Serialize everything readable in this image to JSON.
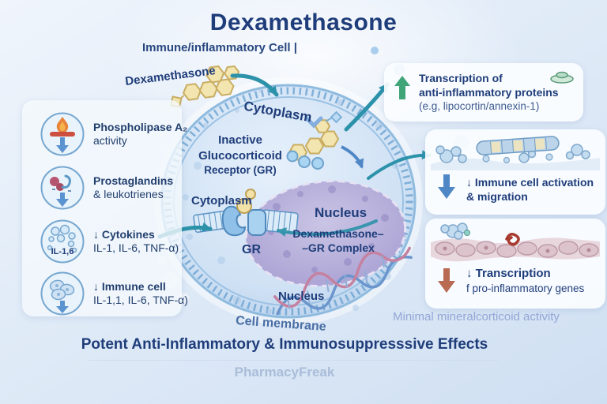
{
  "title": "Dexamethasone",
  "subtitle": "Immune/inflammatory Cell |",
  "dexa_label": "Dexamethasone",
  "cell": {
    "cytoplasm_top": "Cytoplasm",
    "inactive_gr_1": "Inactive",
    "inactive_gr_2": "Glucocorticoid",
    "inactive_gr_3": "Receptor (GR)",
    "cytoplasm_left": "Cytoplasm",
    "gr": "GR",
    "nucleus": "Nucleus",
    "complex_1": "Dexamethasone–",
    "complex_2": "–GR Complex",
    "nucleus_bottom": "Nucleus",
    "membrane": "Cell membrane"
  },
  "left_panel": {
    "items": [
      {
        "icon": "phospholipase-flame-icon",
        "line1": "Phospholipase A₂",
        "line2": "activity"
      },
      {
        "icon": "prostaglandins-icon",
        "line1": "Prostaglandins",
        "line2": "& leukotrienes"
      },
      {
        "icon": "cytokines-bubbles-icon",
        "badge": "IL-1,6",
        "line1": "↓ Cytokines",
        "line2": "IL-1, IL-6, TNF-α)"
      },
      {
        "icon": "immune-cells-icon",
        "line1": "↓ Immune cell",
        "line2": "IL-1,1, IL-6, TNF-α)"
      }
    ]
  },
  "right_panels": [
    {
      "line1": "Transcription of",
      "line2": "anti-inflammatory proteins",
      "line3": "(e.g, lipocortin/annexin-1)"
    },
    {
      "line1": "↓ Immune cell activation",
      "line2": "& migration"
    },
    {
      "line1": "↓ Transcription",
      "line2": "f pro-inflammatory genes"
    }
  ],
  "footer": {
    "minimal": "Minimal mineralcorticoid activity",
    "effects": "Potent Anti-Inflammatory & Immunosuppresssive Effects",
    "watermark": "PharmacyFreak"
  },
  "colors": {
    "accent_teal": "#2c92aa",
    "navy": "#1f3d7a",
    "green_arrow": "#3fa578",
    "blue_arrow": "#4f86c6",
    "red_arrow": "#b86a52"
  }
}
